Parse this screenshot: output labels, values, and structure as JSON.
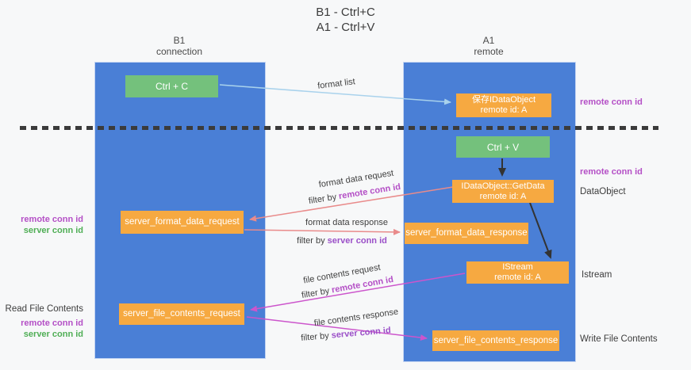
{
  "title": {
    "line1": "B1 - Ctrl+C",
    "line2": "A1 - Ctrl+V"
  },
  "columns": {
    "left": {
      "name": "B1",
      "subtitle": "connection"
    },
    "right": {
      "name": "A1",
      "subtitle": "remote"
    }
  },
  "nodes": {
    "ctrl_c": "Ctrl + C",
    "save_dataobject": {
      "line1": "保存IDataObject",
      "line2": "remote id: A"
    },
    "ctrl_v": "Ctrl + V",
    "getdata": {
      "line1": "IDataObject::GetData",
      "line2": "remote id: A"
    },
    "format_request": "server_format_data_request",
    "format_response": "server_format_data_response",
    "istream": {
      "line1": "IStream",
      "line2": "remote id: A"
    },
    "file_request": "server_file_contents_request",
    "file_response": "server_file_contents_response"
  },
  "arrow_labels": {
    "format_list": "format list",
    "format_request": "format data request",
    "format_request_filter_prefix": "filter by ",
    "format_request_filter_key": "remote conn id",
    "format_response": "format data response",
    "format_response_filter_prefix": "filter by ",
    "format_response_filter_key": "server conn id",
    "file_request": "file contents request",
    "file_request_filter_prefix": "filter by ",
    "file_request_filter_key": "remote conn id",
    "file_response": "file contents response",
    "file_response_filter_prefix": "filter by ",
    "file_response_filter_key": "server conn id"
  },
  "side_labels": {
    "right_remote_conn_1": "remote conn id",
    "right_remote_conn_2": "remote conn id",
    "dataobject": "DataObject",
    "istream": "Istream",
    "write_file": "Write File Contents",
    "left_remote_conn_1": "remote conn id",
    "left_server_conn_1": "server conn id",
    "read_file": "Read File Contents",
    "left_remote_conn_2": "remote conn id",
    "left_server_conn_2": "server conn id"
  },
  "colors": {
    "column_blue": "#4a7fd6",
    "box_green": "#74c17c",
    "box_orange": "#f6a941",
    "arrow_lightblue": "#a9d2ec",
    "arrow_salmon": "#e98b8b",
    "arrow_magenta": "#cc55cc",
    "arrow_black": "#333333",
    "text_magenta": "#b44fc6",
    "text_purple": "#9b50c8",
    "text_green": "#4fae55",
    "divider_black": "#3b3b3b"
  }
}
